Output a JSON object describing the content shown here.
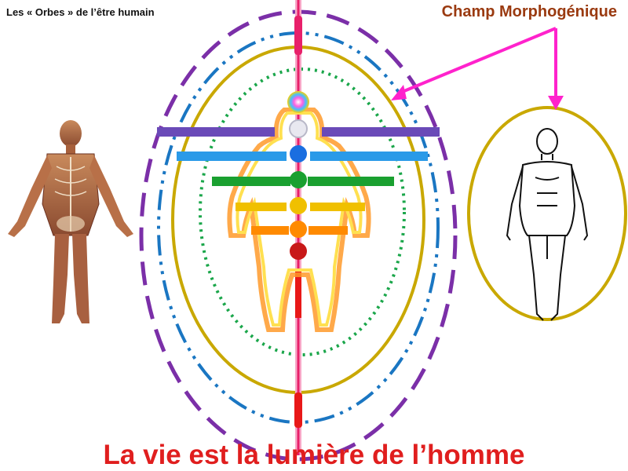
{
  "header": {
    "title": "Les « Orbes » de l’être humain",
    "field_label": "Champ Morphogénique"
  },
  "caption": "La vie est la lumière de l’homme",
  "colors": {
    "outer_dash": "#7b2fa8",
    "dashdot": "#1a76c2",
    "gold_ring": "#c9a800",
    "green_dots": "#1aa64a",
    "arrow": "#ff22cc",
    "axis": "#e8206a",
    "caption": "#e01e1e",
    "field_label": "#9a3a10"
  },
  "icons": [
    "muscle-figure-icon",
    "chakra-figure-icon",
    "line-drawing-figure-icon"
  ],
  "chakras": [
    {
      "name": "crown",
      "color": "#c040e0"
    },
    {
      "name": "third-eye",
      "color": "#e8e8f0"
    },
    {
      "name": "throat",
      "color": "#1a6ee0"
    },
    {
      "name": "heart",
      "color": "#1aa030"
    },
    {
      "name": "solar-plexus",
      "color": "#f0c000"
    },
    {
      "name": "sacral",
      "color": "#ff8a00"
    },
    {
      "name": "root",
      "color": "#c81818"
    }
  ]
}
